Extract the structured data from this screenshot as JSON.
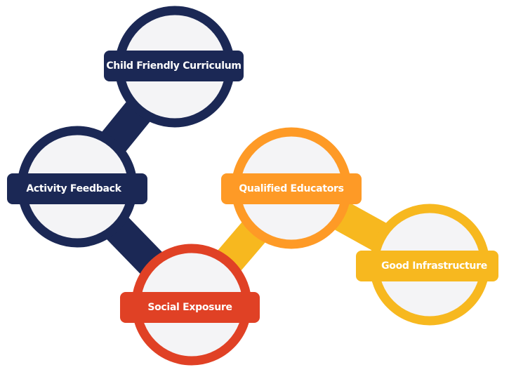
{
  "colors": {
    "navy": "#1b2855",
    "orange": "#fe9a26",
    "yellow": "#f7b81f",
    "red": "#e04125",
    "fill": "#f4f4f6"
  },
  "nodes": [
    {
      "label": "Child Friendly Curriculum",
      "color": "#1b2855"
    },
    {
      "label": "Activity Feedback",
      "color": "#1b2855"
    },
    {
      "label": "Social Exposure",
      "color": "#e04125"
    },
    {
      "label": "Qualified Educators",
      "color": "#fe9a26"
    },
    {
      "label": "Good Infrastructure",
      "color": "#f7b81f"
    }
  ],
  "links": [
    {
      "from": 0,
      "to": 1,
      "color": "#1b2855"
    },
    {
      "from": 1,
      "to": 2,
      "color": "#1b2855"
    },
    {
      "from": 2,
      "to": 3,
      "color": "#f7b81f"
    },
    {
      "from": 3,
      "to": 4,
      "color": "#f7b81f"
    }
  ]
}
